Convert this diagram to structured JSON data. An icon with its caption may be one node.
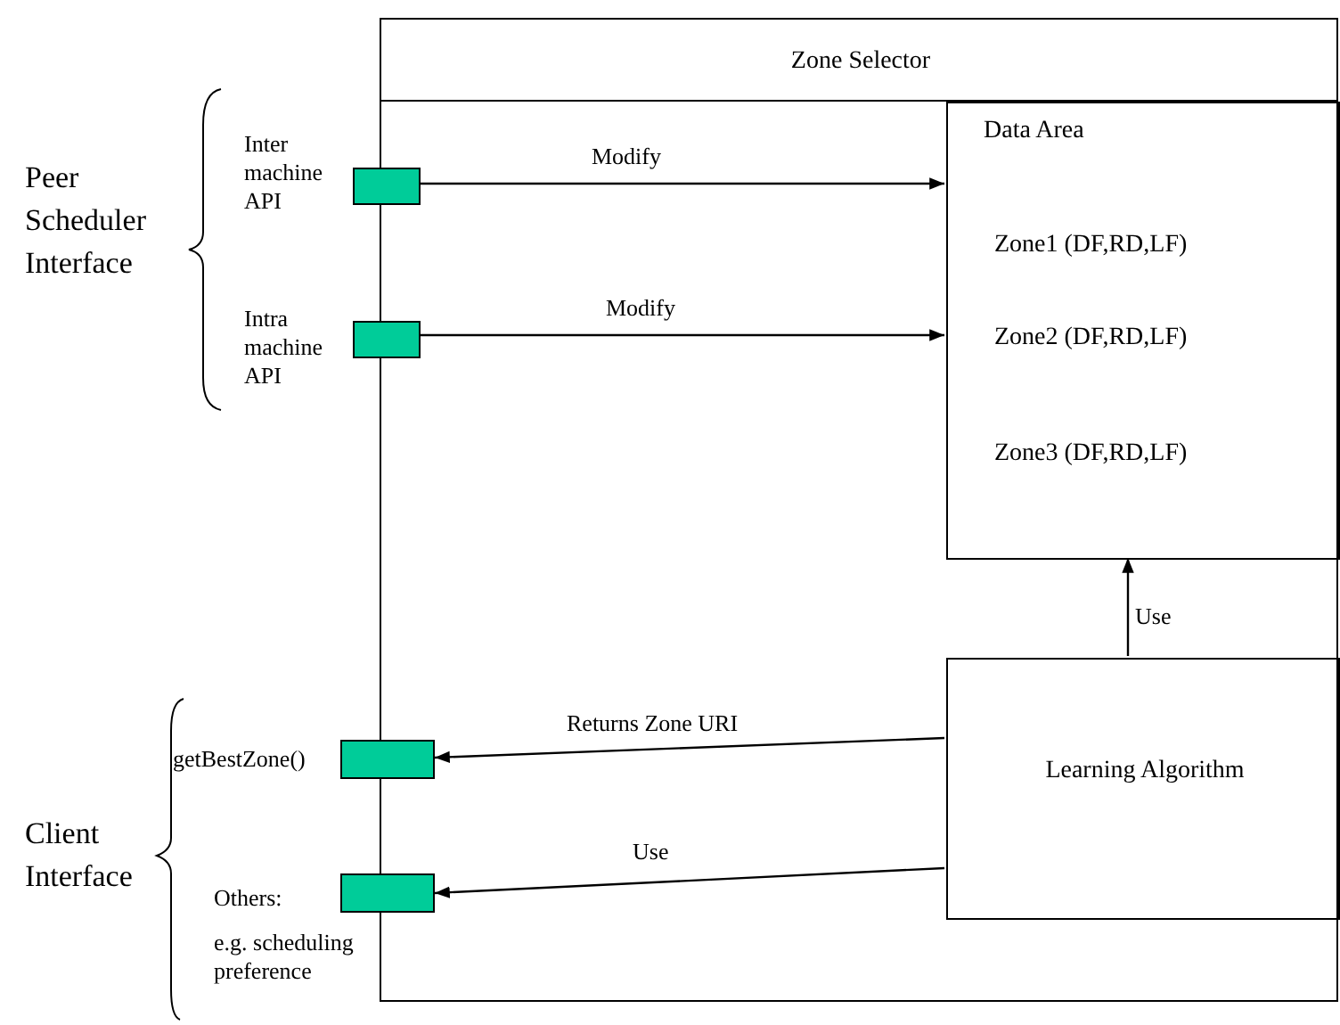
{
  "diagram": {
    "nodes": [
      {
        "text": [
          "Zone Selector"
        ]
      },
      {
        "text": [
          "Data Area",
          "Zone1 (DF,RD,LF)",
          "Zone2 (DF,RD,LF)",
          "Zone3 (DF,RD,LF)"
        ],
        "in": 0
      },
      {
        "text": [
          "Learning Algorithm"
        ],
        "in": 0
      },
      {
        "text": [],
        "shape": "box",
        "beside": [
          "Inter machine API"
        ]
      },
      {
        "text": [],
        "shape": "box",
        "beside": [
          "Intra machine API"
        ]
      },
      {
        "text": [],
        "shape": "box",
        "beside": [
          "getBestZone()"
        ]
      },
      {
        "text": [],
        "shape": "box",
        "beside": [
          "Others:",
          "e.g. scheduling preference"
        ]
      }
    ],
    "edges": [
      {
        "from": 3,
        "to": 1,
        "arrow": "to",
        "label": "Modify"
      },
      {
        "from": 4,
        "to": 1,
        "arrow": "to",
        "label": "Modify"
      },
      {
        "from": 2,
        "to": 1,
        "arrow": "to",
        "label": "Use"
      },
      {
        "from": 2,
        "to": 5,
        "arrow": "to",
        "label": "Returns Zone URI"
      },
      {
        "from": 2,
        "to": 6,
        "arrow": "to",
        "label": "Use"
      }
    ],
    "labels": [
      "Peer Scheduler Interface",
      "Client Interface"
    ]
  }
}
